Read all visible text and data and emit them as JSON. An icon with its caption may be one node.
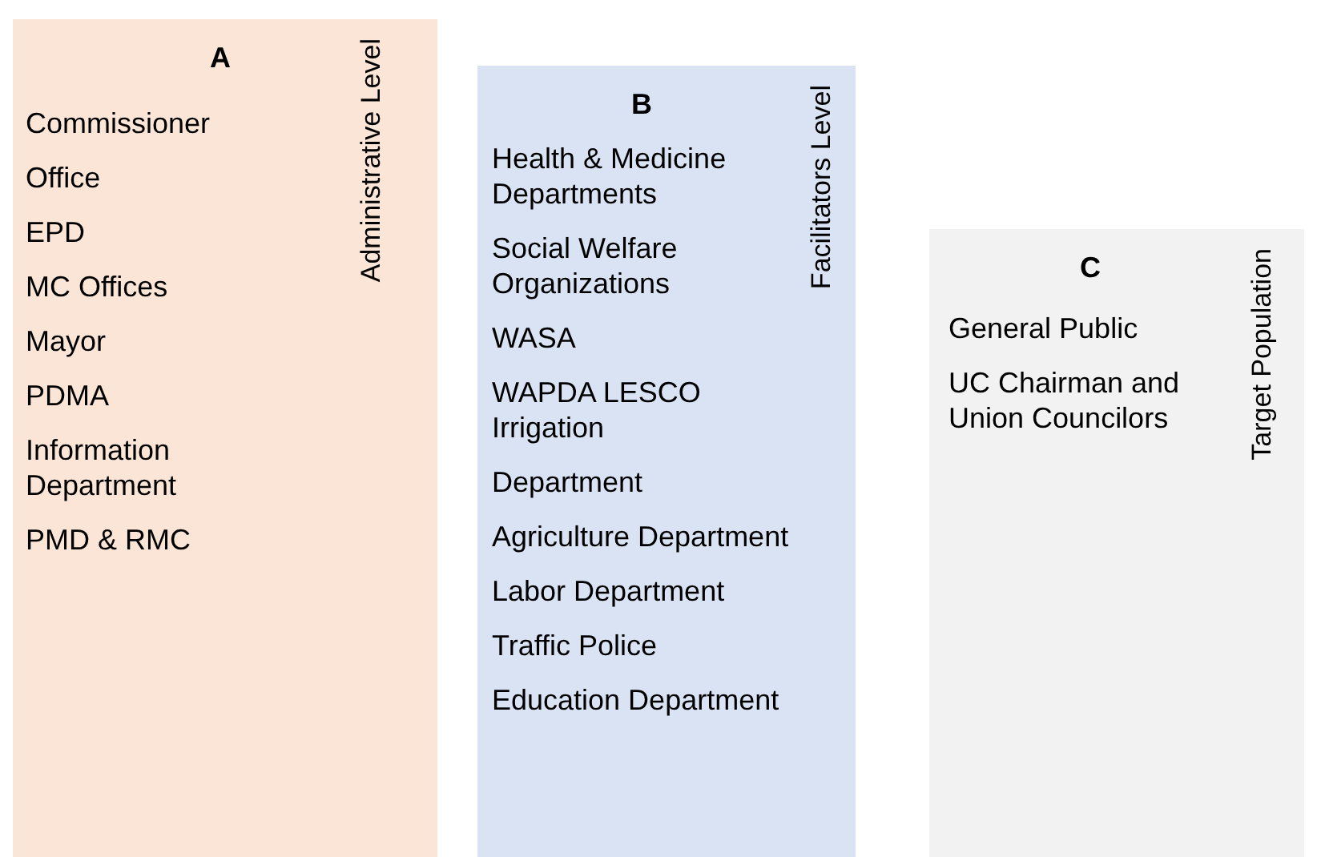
{
  "diagram": {
    "nodes": [
      {
        "text": [
          "A",
          "Administrative Level",
          "Commissioner",
          "Office",
          "EPD",
          "MC Offices",
          "Mayor",
          "PDMA",
          "Information Department",
          "PMD & RMC"
        ]
      },
      {
        "text": [
          "B",
          "Facilitators Level",
          "Health & Medicine Departments",
          "Social Welfare Organizations",
          "WASA",
          "WAPDA LESCO Irrigation",
          "Department",
          "Agriculture Department",
          "Labor Department",
          "Traffic Police",
          "Education Department"
        ]
      },
      {
        "text": [
          "C",
          "Target Population",
          "General Public",
          "UC Chairman and Union Councilors"
        ]
      }
    ]
  }
}
